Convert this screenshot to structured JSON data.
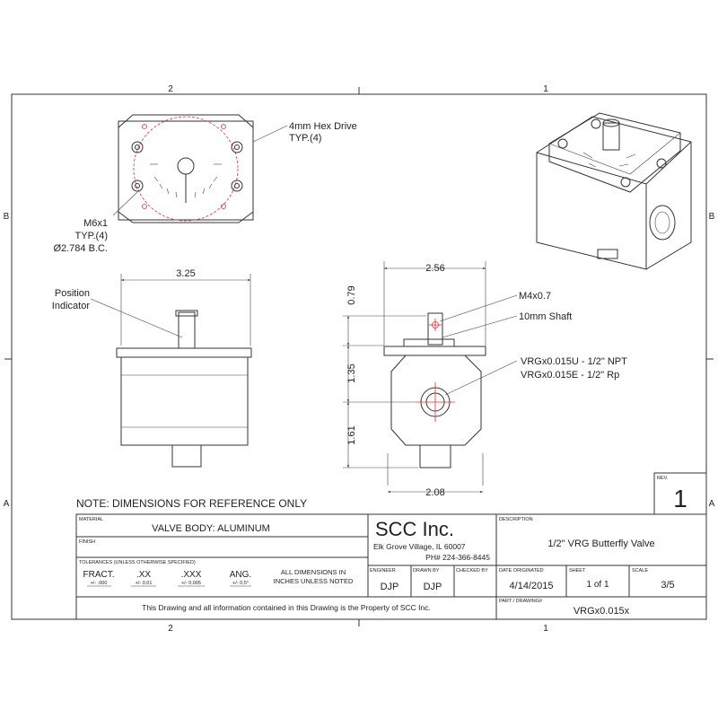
{
  "zones": {
    "top_left": "2",
    "top_right": "1",
    "bottom_left": "2",
    "bottom_right": "1",
    "left_top": "B",
    "left_bottom": "A",
    "right_top": "B",
    "right_bottom": "A"
  },
  "callouts": {
    "hex_drive_1": "4mm Hex Drive",
    "hex_drive_2": "TYP.(4)",
    "m6_1": "M6x1",
    "m6_2": "TYP.(4)",
    "m6_3": "Ø2.784 B.C.",
    "position_1": "Position",
    "position_2": "Indicator",
    "m4": "M4x0.7",
    "shaft": "10mm Shaft",
    "vrg_u": "VRGx0.015U - 1/2\" NPT",
    "vrg_e": "VRGx0.015E - 1/2\" Rp"
  },
  "dimensions": {
    "width_front": "3.25",
    "width_side_top": "2.56",
    "width_side_bottom": "2.08",
    "height_shaft": "0.79",
    "height_mid": "1.35",
    "height_low": "1.61"
  },
  "note": "NOTE:  DIMENSIONS FOR REFERENCE ONLY",
  "title_block": {
    "rev_label": "REV.",
    "rev_value": "1",
    "material_label": "MATERIAL",
    "material_value": "VALVE BODY: ALUMINUM",
    "finish_label": "FINISH",
    "tolerances_label": "TOLERANCES (UNLESS OTHERWISE SPECIFIED)",
    "tol": [
      {
        "h": "FRACT.",
        "v": "+/- .000"
      },
      {
        "h": ".XX",
        "v": "+/- 0.01"
      },
      {
        "h": ".XXX",
        "v": "+/- 0.005"
      },
      {
        "h": "ANG.",
        "v": "+/- 0.5°"
      }
    ],
    "all_dims_1": "ALL DIMENSIONS IN",
    "all_dims_2": "INCHES UNLESS NOTED",
    "company": "SCC Inc.",
    "address": "Elk Grove Village, IL 60007",
    "phone": "PH# 224-366-8445",
    "engineer_label": "ENGINEER",
    "engineer_value": "DJP",
    "drawn_by_label": "DRAWN BY",
    "drawn_by_value": "DJP",
    "checked_by_label": "CHECKED BY",
    "description_label": "DESCRIPTION",
    "description_value": "1/2\" VRG Butterfly Valve",
    "date_label": "DATE ORIGINATED",
    "date_value": "4/14/2015",
    "sheet_label": "SHEET",
    "sheet_value": "1 of 1",
    "scale_label": "SCALE",
    "scale_value": "3/5",
    "part_label": "PART / DRAWING#",
    "part_value": "VRGx0.015x",
    "property_note": "This Drawing and all information contained in this Drawing is the Property of SCC Inc."
  }
}
